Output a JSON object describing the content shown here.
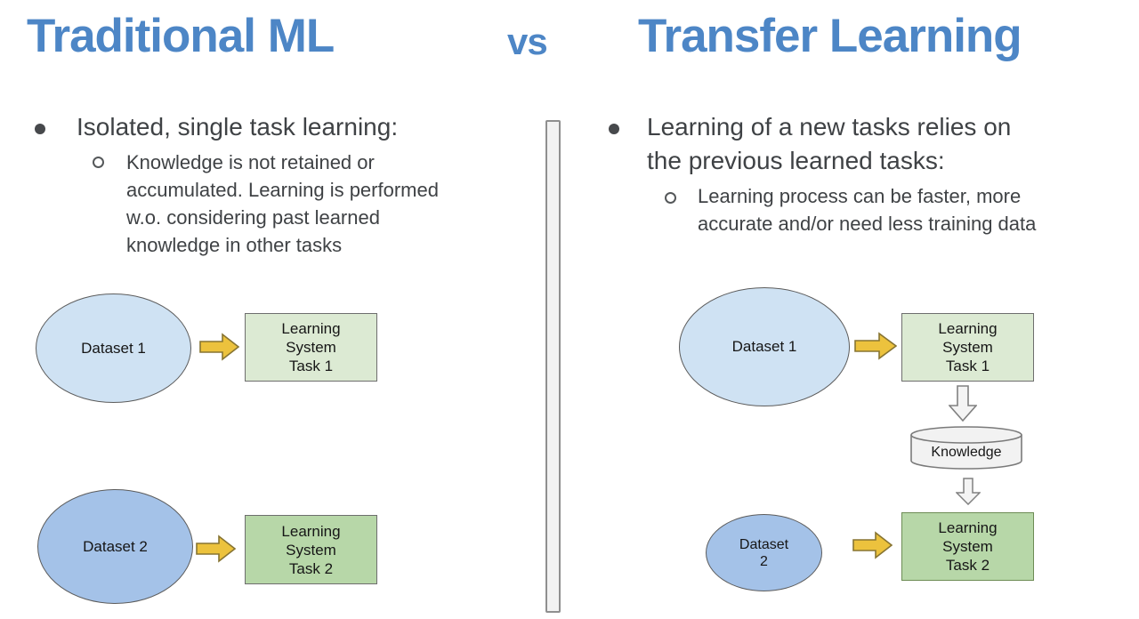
{
  "header": {
    "left_title": "Traditional ML",
    "vs_label": "vs",
    "right_title": "Transfer Learning"
  },
  "left_panel": {
    "bullet_text": "Isolated, single task learning:",
    "sub_bullet_lines": [
      "Knowledge is not retained or",
      "accumulated. Learning is performed",
      "w.o. considering past learned",
      "knowledge in other tasks"
    ],
    "diagram": {
      "dataset1_label": "Dataset 1",
      "system1_lines": [
        "Learning",
        "System",
        "Task 1"
      ],
      "dataset2_label": "Dataset 2",
      "system2_lines": [
        "Learning",
        "System",
        "Task 2"
      ]
    }
  },
  "right_panel": {
    "bullet_lines": [
      "Learning of a new tasks relies on",
      "the previous learned tasks:"
    ],
    "sub_bullet_lines": [
      "Learning process can be faster, more",
      "accurate and/or need less training data"
    ],
    "diagram": {
      "dataset1_label": "Dataset 1",
      "system1_lines": [
        "Learning",
        "System",
        "Task 1"
      ],
      "knowledge_label": "Knowledge",
      "dataset2_lines": [
        "Dataset",
        "2"
      ],
      "system2_lines": [
        "Learning",
        "System",
        "Task 2"
      ]
    }
  },
  "colors": {
    "title_blue": "#4d86c6",
    "body_text": "#3f4245",
    "ellipse_light_blue": "#cfe2f3",
    "ellipse_medium_blue": "#a4c2e8",
    "box_light_green": "#dcead3",
    "box_medium_green": "#b7d7a8",
    "arrow_yellow": "#ecc23d",
    "arrow_yellow_border": "#877432",
    "neutral_fill": "#f2f2f2",
    "neutral_border": "#808080"
  }
}
